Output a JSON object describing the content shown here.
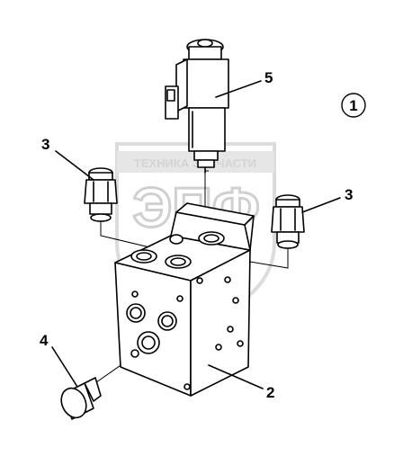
{
  "figure_number": "1",
  "watermark": {
    "line": "ТЕХНИКА      ЗАПЧАСТИ",
    "brand": "ЭПФ"
  },
  "callouts": [
    {
      "id": "5",
      "part": "solenoid-valve"
    },
    {
      "id": "3",
      "part": "fitting-left"
    },
    {
      "id": "3",
      "part": "fitting-right"
    },
    {
      "id": "4",
      "part": "plug"
    },
    {
      "id": "2",
      "part": "valve-block"
    }
  ],
  "colors": {
    "line": "#000000",
    "watermark": "#d0d0d0",
    "background": "#ffffff"
  }
}
